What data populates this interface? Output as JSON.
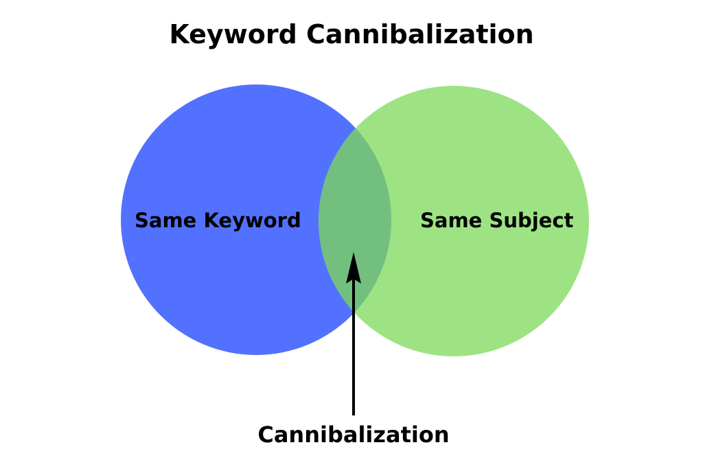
{
  "title": "Keyword Cannibalization",
  "sets": [
    {
      "label": "Same Keyword",
      "color": "#5271ff"
    },
    {
      "label": "Same Subject",
      "color": "#9de383"
    }
  ],
  "intersection": {
    "label": "Cannibalization",
    "color": "#72bf80"
  }
}
